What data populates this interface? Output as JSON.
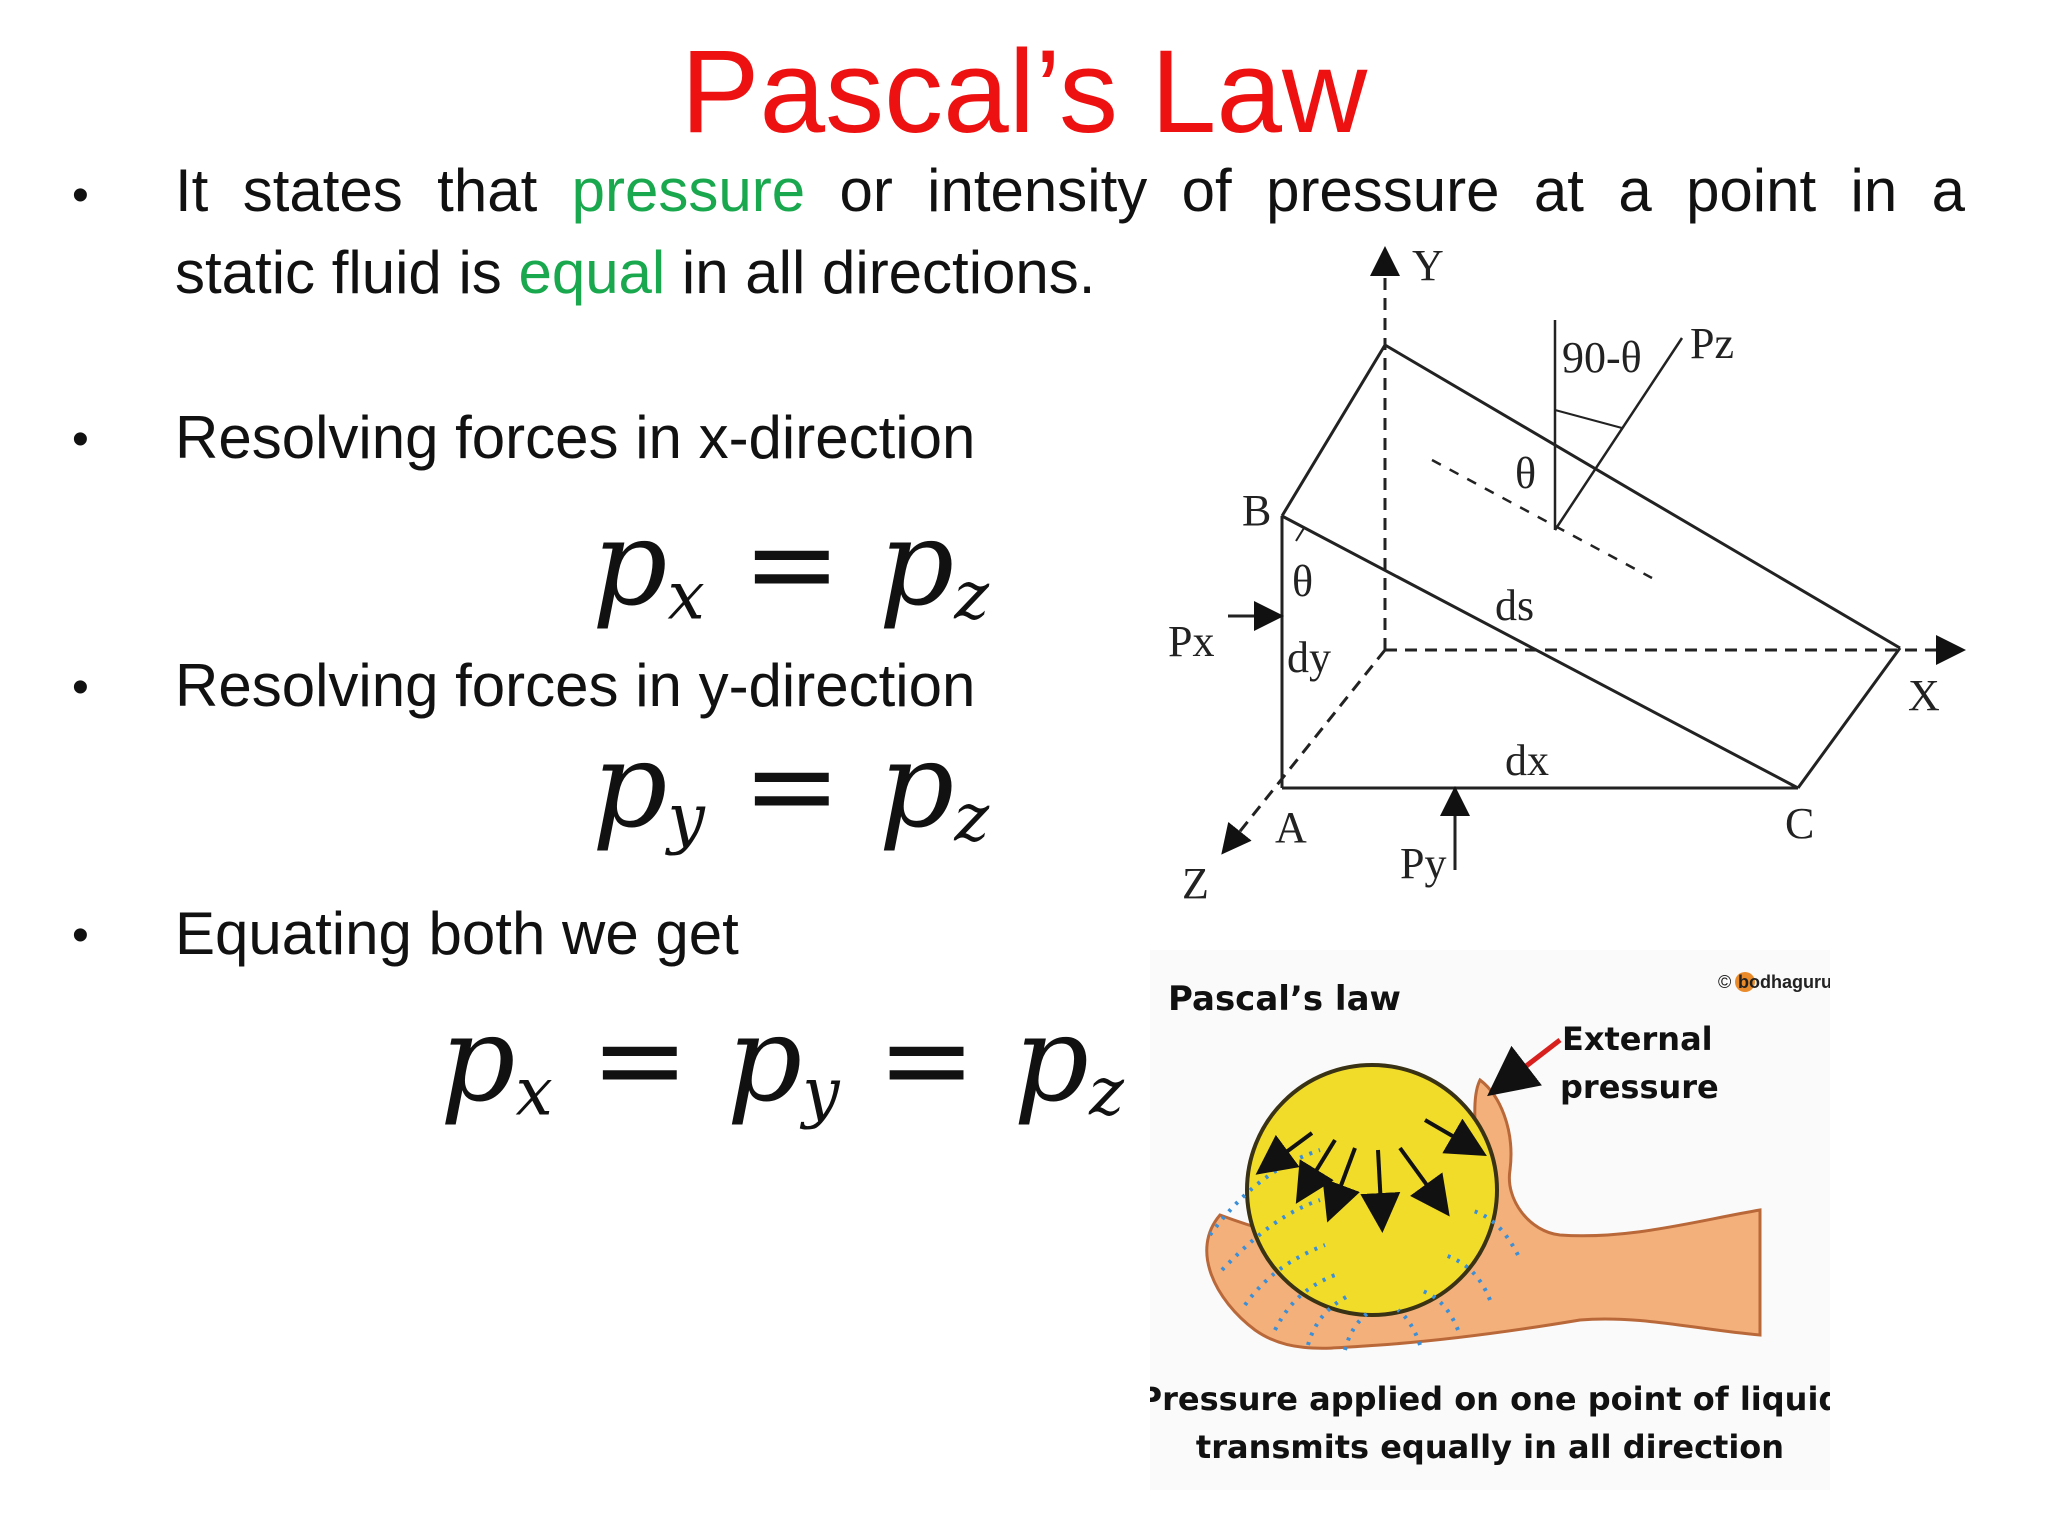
{
  "title": "Pascal’s Law",
  "bullets": [
    {
      "line1": [
        "It states that ",
        "pressure",
        " or intensity of pressure at a point in a"
      ],
      "line2": [
        "static fluid is ",
        "equal",
        " in all directions."
      ]
    },
    {
      "text": " Resolving forces in x-direction"
    },
    {
      "text": " Resolving forces in y-direction"
    },
    {
      "text": " Equating both  we get"
    }
  ],
  "bullet_symbol": "•",
  "equations": {
    "eq1": {
      "lhs": "p",
      "lhs_sub": "x",
      "op": "=",
      "rhs": "p",
      "rhs_sub": "z"
    },
    "eq2": {
      "lhs": "p",
      "lhs_sub": "y",
      "op": "=",
      "rhs": "p",
      "rhs_sub": "z"
    },
    "eq3": {
      "a": "p",
      "a_sub": "x",
      "op1": "=",
      "b": "p",
      "b_sub": "y",
      "op2": "=",
      "c": "p",
      "c_sub": "z"
    }
  },
  "diagram": {
    "labels": {
      "y": "Y",
      "x": "X",
      "z": "Z",
      "a": "A",
      "b": "B",
      "c": "C",
      "px": "Px",
      "py": "Py",
      "pz": "Pz",
      "dx": "dx",
      "dy": "dy",
      "ds": "ds",
      "theta_b": "θ",
      "theta_top": "θ",
      "angle_90": "90-θ"
    }
  },
  "illustration": {
    "heading": "Pascal’s law",
    "external_line1": "External",
    "external_line2": "pressure",
    "caption_line1": "Pressure applied on one point of liquid",
    "caption_line2": "transmits equally in all direction",
    "logo_text": "bodhaguru",
    "copyright": "©"
  },
  "colors": {
    "title": "#ee1111",
    "highlight": "#1aa84e",
    "ball": "#f2dc2a",
    "hand": "#f4b07a",
    "pressure_arrow": "#d8201e",
    "dots": "#3a8fd8"
  }
}
